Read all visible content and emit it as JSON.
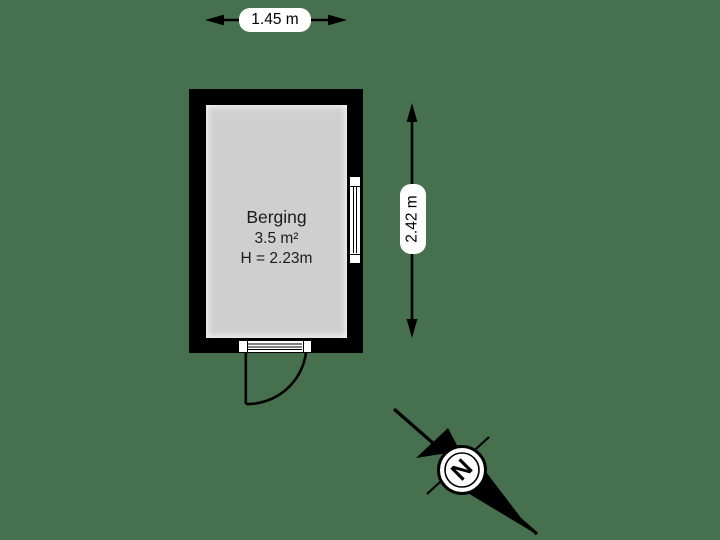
{
  "floor_plan": {
    "room": {
      "name": "Berging",
      "area": "3.5 m²",
      "ceiling_height": "H = 2.23m"
    },
    "dimensions": {
      "width": "1.45 m",
      "depth": "2.42 m"
    },
    "compass": {
      "north_letter": "N"
    },
    "colors": {
      "background": "#47704e",
      "wall": "#000000",
      "floor": "#cfcfcf",
      "label_background": "#ffffff",
      "text": "#1b1b1b"
    }
  }
}
